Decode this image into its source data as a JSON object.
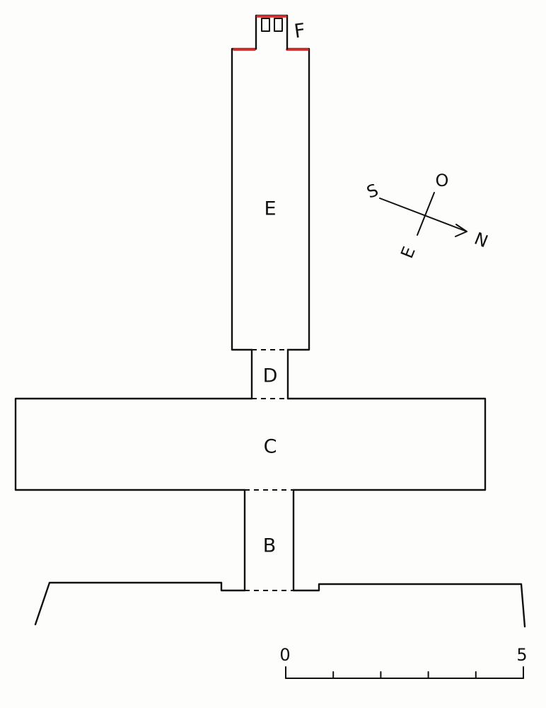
{
  "rooms": {
    "b": "B",
    "c": "C",
    "d": "D",
    "e": "E",
    "f": "F"
  },
  "compass": {
    "north": "N",
    "south": "S",
    "east": "E",
    "west": "O"
  },
  "scale": {
    "start_label": "0",
    "end_label": "5",
    "divisions": 5
  },
  "colors": {
    "ink": "#111111",
    "accent": "#d42b2b",
    "paper": "#fdfdfb"
  }
}
